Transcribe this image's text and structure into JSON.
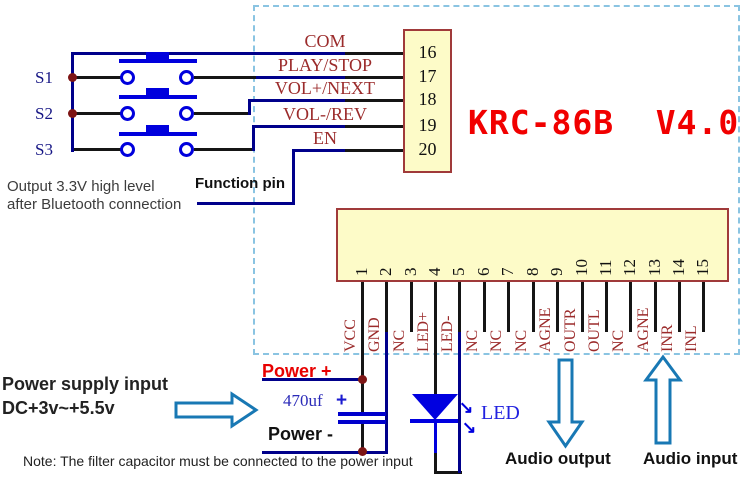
{
  "title": "KRC-86B  V4.0",
  "upper_connector": {
    "caption": "Function pin",
    "pins": [
      {
        "number": "16",
        "label": "COM"
      },
      {
        "number": "17",
        "label": "PLAY/STOP"
      },
      {
        "number": "18",
        "label": "VOL+/NEXT"
      },
      {
        "number": "19",
        "label": "VOL-/REV"
      },
      {
        "number": "20",
        "label": "EN"
      }
    ]
  },
  "lower_connector": {
    "pins": [
      {
        "number": "1",
        "label": "VCC"
      },
      {
        "number": "2",
        "label": "GND"
      },
      {
        "number": "3",
        "label": "NC"
      },
      {
        "number": "4",
        "label": "LED+"
      },
      {
        "number": "5",
        "label": "LED-"
      },
      {
        "number": "6",
        "label": "NC"
      },
      {
        "number": "7",
        "label": "NC"
      },
      {
        "number": "8",
        "label": "NC"
      },
      {
        "number": "9",
        "label": "AGNE"
      },
      {
        "number": "10",
        "label": "OUTR"
      },
      {
        "number": "11",
        "label": "OUTL"
      },
      {
        "number": "12",
        "label": "NC"
      },
      {
        "number": "13",
        "label": "AGNE"
      },
      {
        "number": "14",
        "label": "INR"
      },
      {
        "number": "15",
        "label": "INL"
      }
    ]
  },
  "switches": [
    {
      "label": "S1"
    },
    {
      "label": "S2"
    },
    {
      "label": "S3"
    }
  ],
  "notes": {
    "bt_output_line1": "Output 3.3V high level",
    "bt_output_line2": "after Bluetooth connection",
    "power_supply_line1": "Power supply input",
    "power_supply_line2": "DC+3v~+5.5v",
    "filter_note": "Note: The filter capacitor must be connected to the power input"
  },
  "power": {
    "plus": "Power +",
    "minus": "Power -",
    "capacitor_value": "470uf",
    "capacitor_polarity": "+"
  },
  "led": {
    "label": "LED",
    "emission_arrow": "↘"
  },
  "audio": {
    "output": "Audio output",
    "input": "Audio input"
  },
  "colors": {
    "wire_navy": "#00008B",
    "wire_black": "#151515",
    "component_blue": "#0000DD",
    "label_maroon": "#9b2b2b",
    "title_red": "#f10000",
    "connector_fill": "#fdfbc8",
    "connector_border": "#a03a3a",
    "dashed_border": "#8ac4e2",
    "arrow_blue": "#1878b4",
    "junction_dot": "#7d1515"
  }
}
